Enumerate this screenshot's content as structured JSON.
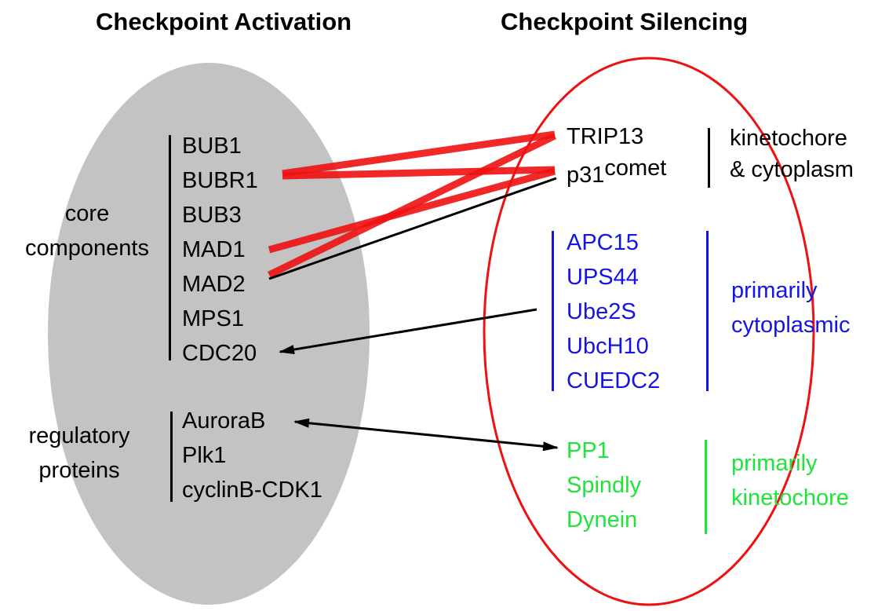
{
  "titles": {
    "activation": "Checkpoint Activation",
    "silencing": "Checkpoint Silencing"
  },
  "activation": {
    "core_label_lines": [
      "core",
      "components"
    ],
    "core_components": [
      "BUB1",
      "BUBR1",
      "BUB3",
      "MAD1",
      "MAD2",
      "MPS1",
      "CDC20"
    ],
    "regulatory_label_lines": [
      "regulatory",
      "proteins"
    ],
    "regulatory_proteins": [
      "AuroraB",
      "Plk1",
      "cyclinB-CDK1"
    ]
  },
  "silencing": {
    "group1": {
      "items": [
        "TRIP13",
        "p31"
      ],
      "p31_superscript": "comet",
      "location_lines": [
        "kinetochore",
        "& cytoplasm"
      ],
      "color": "#000000"
    },
    "group2": {
      "items": [
        "APC15",
        "UPS44",
        "Ube2S",
        "UbcH10",
        "CUEDC2"
      ],
      "location_lines": [
        "primarily",
        "cytoplasmic"
      ],
      "color": "#1414e6"
    },
    "group3": {
      "items": [
        "PP1",
        "Spindly",
        "Dynein"
      ],
      "location_lines": [
        "primarily",
        "kinetochore"
      ],
      "color": "#22e23c"
    }
  },
  "connections": [
    {
      "from": "BUBR1",
      "to": "TRIP13",
      "style": "thick-red"
    },
    {
      "from": "BUBR1",
      "to": "p31comet",
      "style": "thick-red"
    },
    {
      "from": "MAD1",
      "to": "p31comet",
      "style": "thick-red"
    },
    {
      "from": "MAD2",
      "to": "TRIP13",
      "style": "thick-red"
    },
    {
      "from": "MAD2",
      "to": "p31comet",
      "style": "thin-black"
    },
    {
      "from": "primarily-cytoplasmic-group",
      "to": "CDC20",
      "style": "arrow"
    },
    {
      "from": "AuroraB",
      "to": "PP1",
      "style": "double-arrow"
    }
  ],
  "colors": {
    "activation_fill": "#c3c3c3",
    "silencing_outline": "#ee1111",
    "interaction_red": "#ee1111"
  }
}
